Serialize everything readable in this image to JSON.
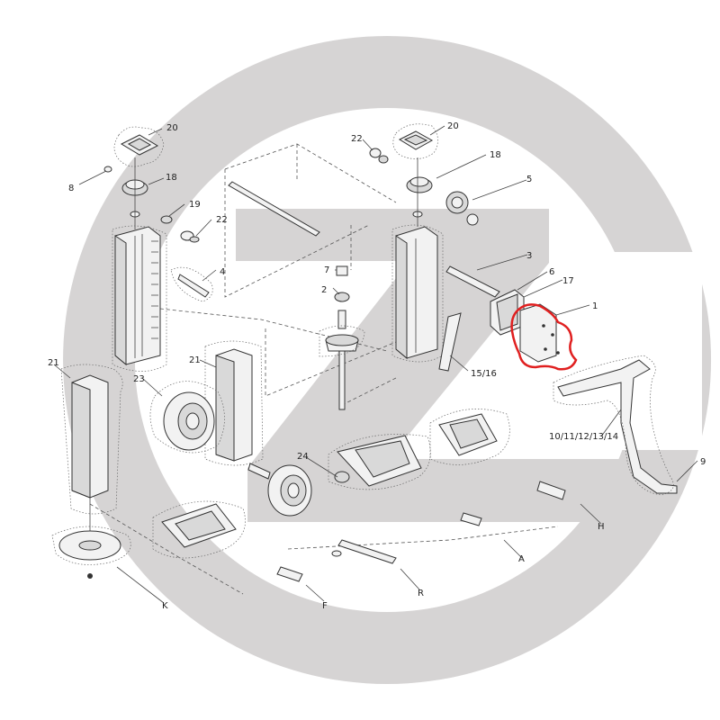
{
  "diagram": {
    "watermark_color": "#d6d4d4",
    "highlight_color": "#e02020",
    "labels": {
      "p1": "1",
      "p2": "2",
      "p3": "3",
      "p4": "4",
      "p5": "5",
      "p6": "6",
      "p7": "7",
      "p8": "8",
      "p9": "9",
      "p10_14": "10/11/12/13/14",
      "p15_16": "15/16",
      "p17": "17",
      "p18a": "18",
      "p18b": "18",
      "p19": "19",
      "p20a": "20",
      "p20b": "20",
      "p21a": "21",
      "p21b": "21",
      "p22a": "22",
      "p22b": "22",
      "p23": "23",
      "p24": "24",
      "pA": "A",
      "pF": "F",
      "pH": "H",
      "pK": "K",
      "pR": "R"
    }
  }
}
